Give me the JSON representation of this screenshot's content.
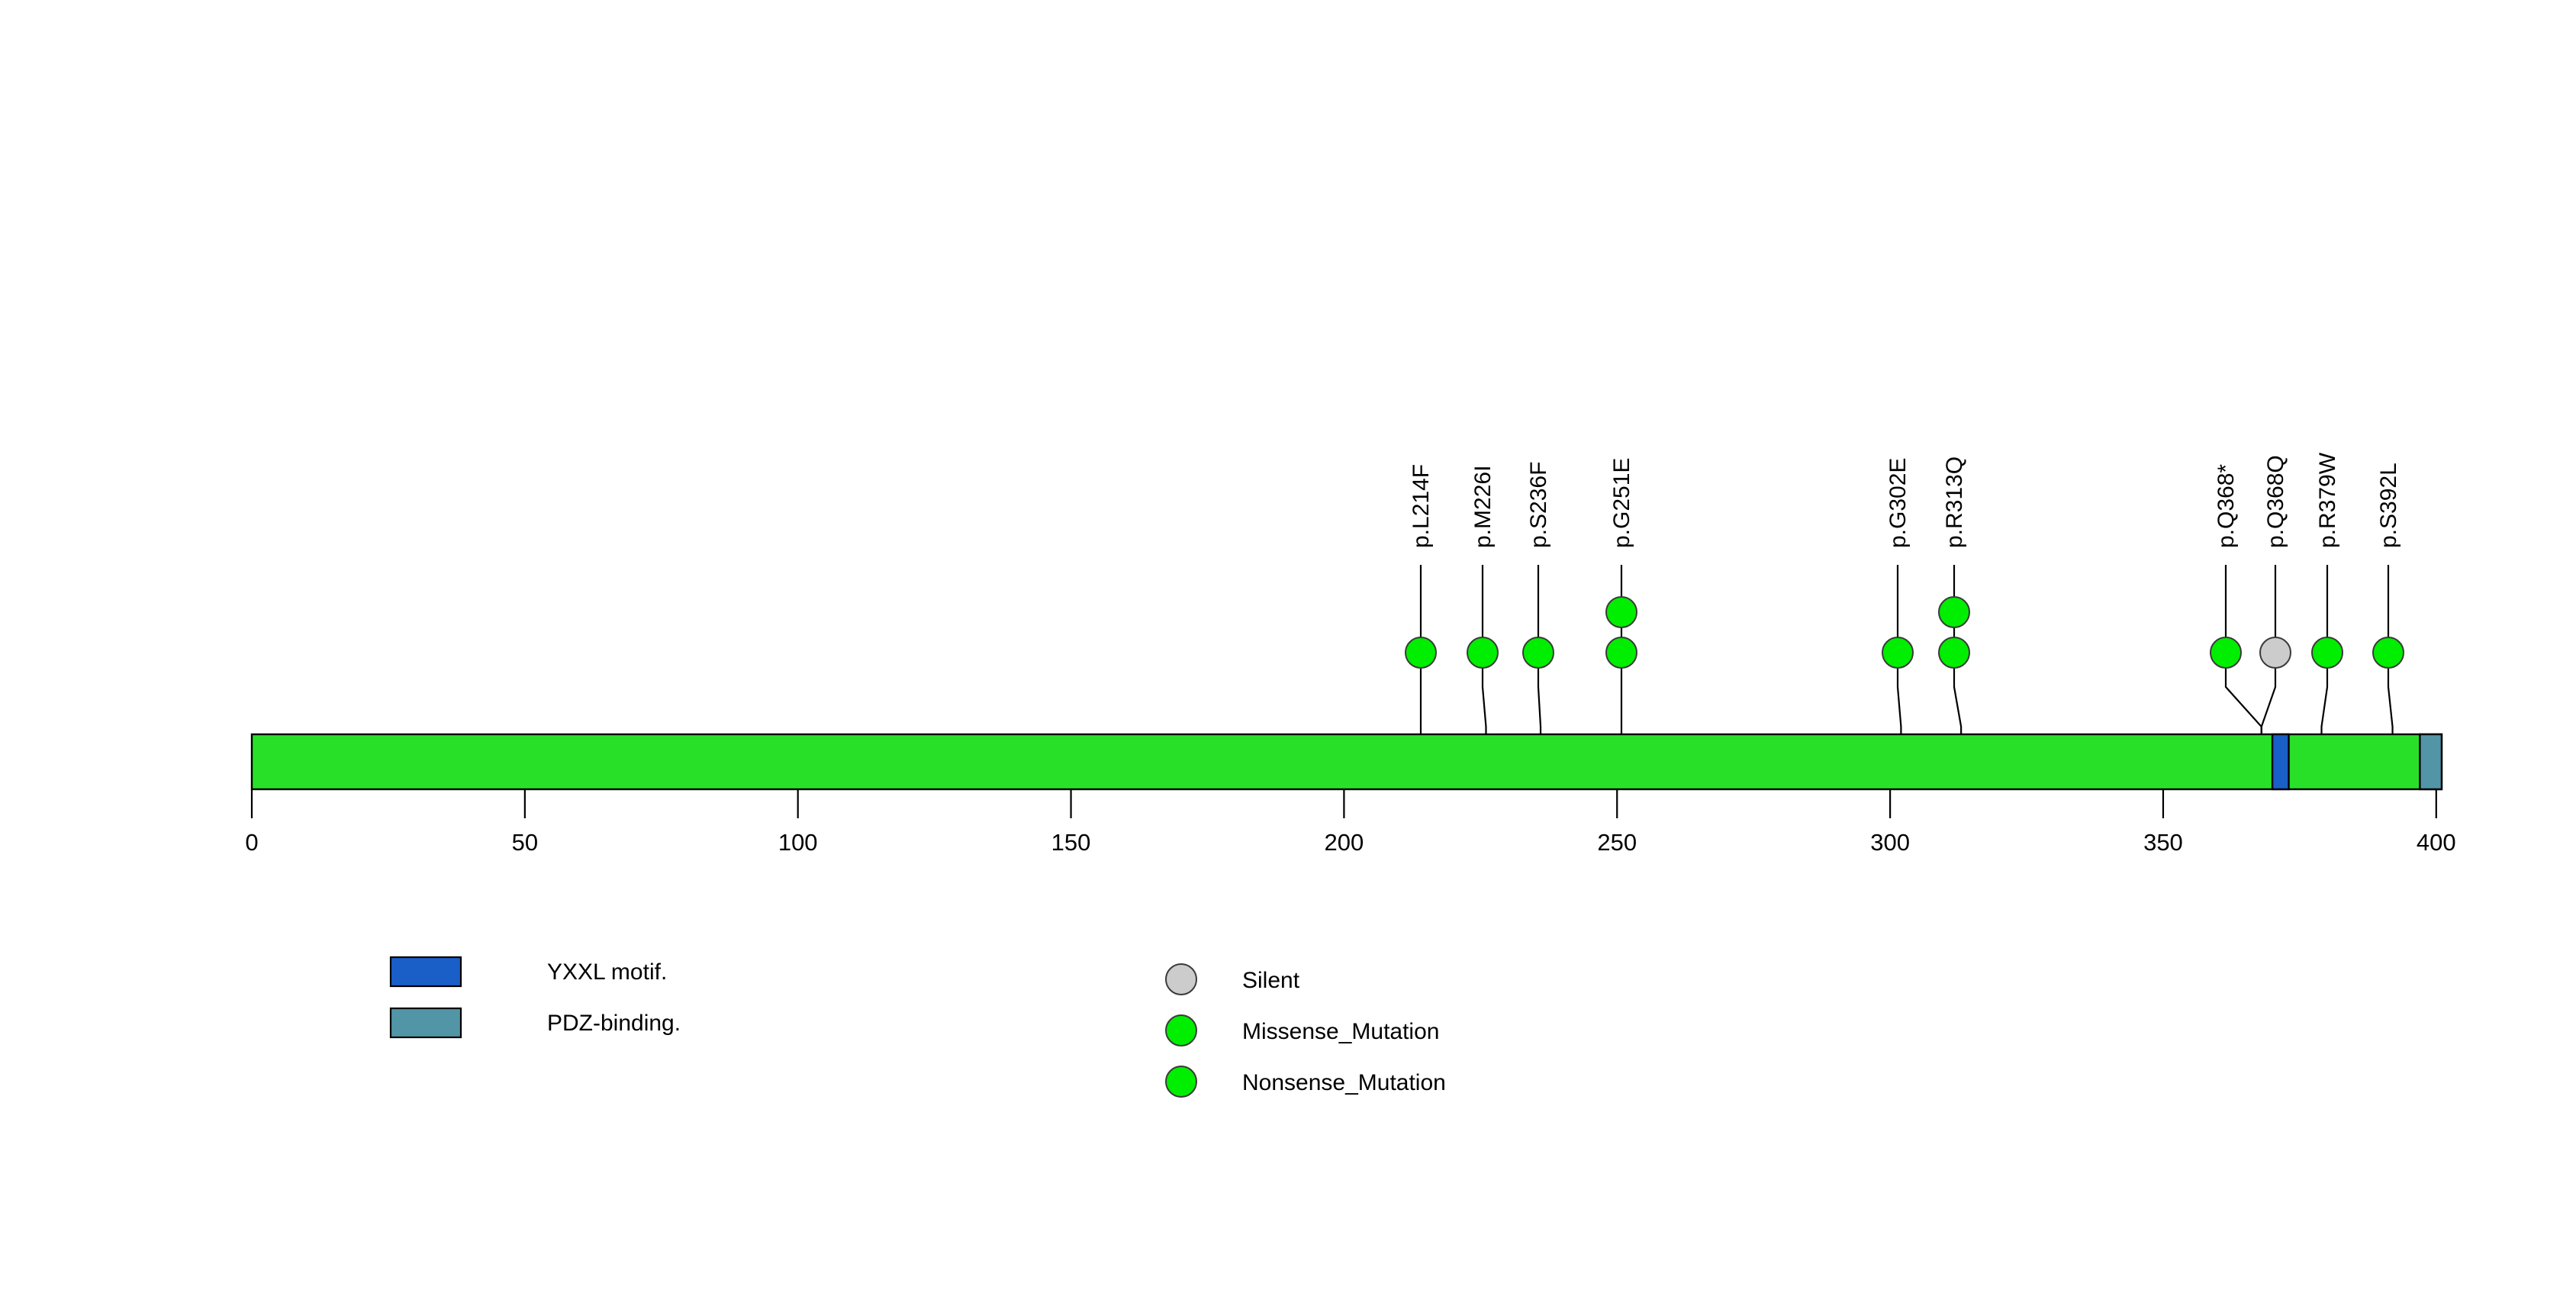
{
  "chart_data": {
    "type": "lollipop",
    "title": "",
    "xlabel": "",
    "ylabel": "",
    "xlim": [
      0,
      401
    ],
    "axis_ticks": [
      0,
      50,
      100,
      150,
      200,
      250,
      300,
      350,
      400
    ],
    "axis_tick_labels": [
      "0",
      "50",
      "100",
      "150",
      "200",
      "250",
      "300",
      "350",
      "400"
    ],
    "protein_length": 401,
    "backbone_color": "#29e029",
    "domains": [
      {
        "name": "YXXL motif.",
        "start": 370,
        "end": 373,
        "color": "#1a5fc8"
      },
      {
        "name": "PDZ-binding.",
        "start": 397,
        "end": 401,
        "color": "#5295a6"
      }
    ],
    "mutations": [
      {
        "label": "p.L214F",
        "position": 214,
        "count": 1,
        "type": "Missense_Mutation",
        "color": "#00ee00"
      },
      {
        "label": "p.M226I",
        "position": 226,
        "count": 1,
        "type": "Missense_Mutation",
        "color": "#00ee00"
      },
      {
        "label": "p.S236F",
        "position": 236,
        "count": 1,
        "type": "Missense_Mutation",
        "color": "#00ee00"
      },
      {
        "label": "p.G251E",
        "position": 251,
        "count": 2,
        "type": "Missense_Mutation",
        "color": "#00ee00"
      },
      {
        "label": "p.G302E",
        "position": 302,
        "count": 1,
        "type": "Missense_Mutation",
        "color": "#00ee00"
      },
      {
        "label": "p.R313Q",
        "position": 313,
        "count": 2,
        "type": "Missense_Mutation",
        "color": "#00ee00"
      },
      {
        "label": "p.Q368*",
        "position": 368,
        "count": 1,
        "type": "Nonsense_Mutation",
        "color": "#00ee00"
      },
      {
        "label": "p.Q368Q",
        "position": 368,
        "count": 1,
        "type": "Silent",
        "color": "#cccccc"
      },
      {
        "label": "p.R379W",
        "position": 379,
        "count": 1,
        "type": "Missense_Mutation",
        "color": "#00ee00"
      },
      {
        "label": "p.S392L",
        "position": 392,
        "count": 1,
        "type": "Missense_Mutation",
        "color": "#00ee00"
      }
    ],
    "legend_position": "bottom"
  },
  "axis": {
    "ticks": [
      {
        "value": 0,
        "label": "0"
      },
      {
        "value": 50,
        "label": "50"
      },
      {
        "value": 100,
        "label": "100"
      },
      {
        "value": 150,
        "label": "150"
      },
      {
        "value": 200,
        "label": "200"
      },
      {
        "value": 250,
        "label": "250"
      },
      {
        "value": 300,
        "label": "300"
      },
      {
        "value": 350,
        "label": "350"
      },
      {
        "value": 400,
        "label": "400"
      }
    ]
  },
  "domain_legend": {
    "items": [
      {
        "label": "YXXL motif.",
        "color": "#1a5fc8"
      },
      {
        "label": "PDZ-binding.",
        "color": "#5295a6"
      }
    ]
  },
  "mutation_legend": {
    "items": [
      {
        "label": "Silent",
        "color": "#cccccc"
      },
      {
        "label": "Missense_Mutation",
        "color": "#00ee00"
      },
      {
        "label": "Nonsense_Mutation",
        "color": "#00ee00"
      }
    ]
  },
  "colors": {
    "backbone": "#29e029",
    "yxxl_motif": "#1a5fc8",
    "pdz_binding": "#5295a6",
    "missense": "#00ee00",
    "nonsense": "#00ee00",
    "silent": "#cccccc",
    "outline": "#000000"
  }
}
